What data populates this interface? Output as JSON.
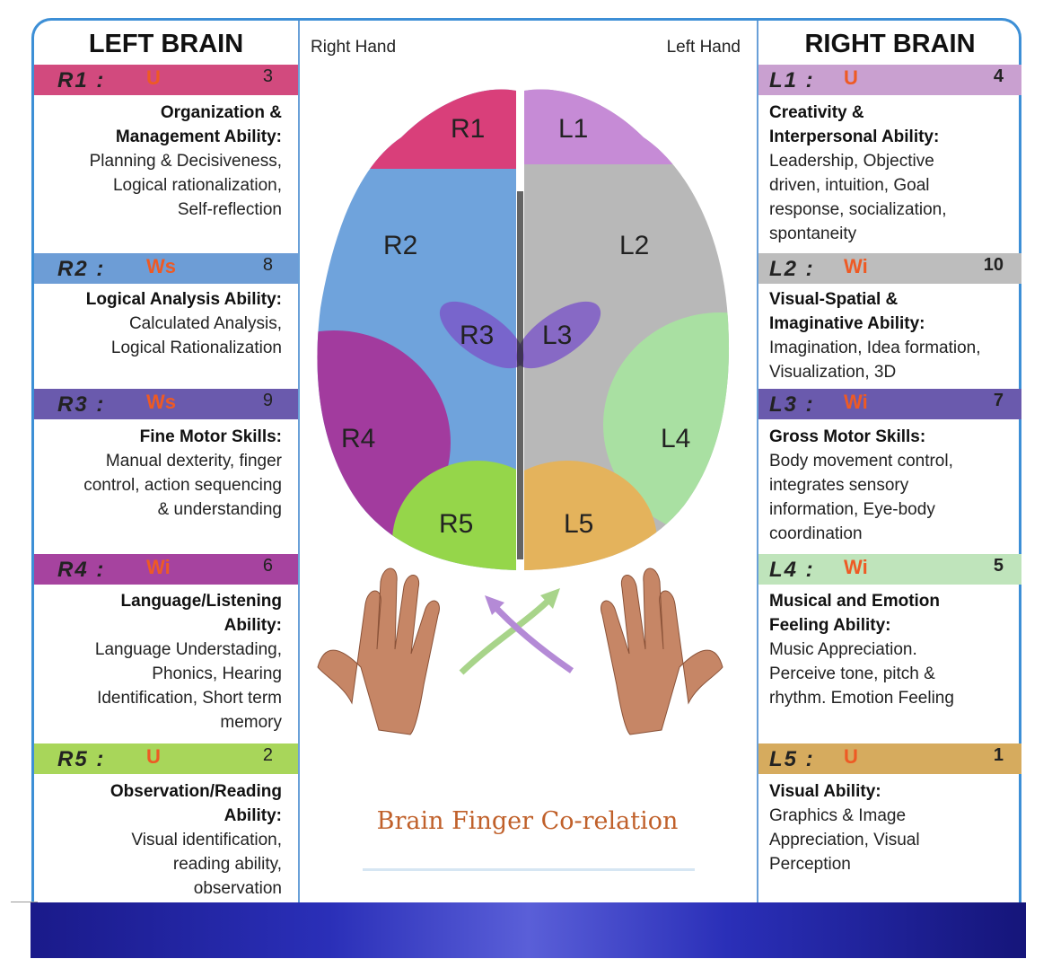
{
  "left_brain": {
    "title": "LEFT BRAIN",
    "items": [
      {
        "code": "R1 :",
        "type": "U",
        "count": "3",
        "color": "#d24a7e",
        "heading": [
          "Organization &",
          "Management Ability:"
        ],
        "lines": [
          "Planning & Decisiveness,",
          "Logical rationalization,",
          "Self-reflection"
        ]
      },
      {
        "code": "R2 :",
        "type": "Ws",
        "count": "8",
        "color": "#6d9dd6",
        "heading": [
          "Logical Analysis Ability:"
        ],
        "lines": [
          "Calculated Analysis,",
          "Logical Rationalization"
        ]
      },
      {
        "code": "R3 :",
        "type": "Ws",
        "count": "9",
        "color": "#6a5aad",
        "heading": [
          "Fine Motor Skills:"
        ],
        "lines": [
          "Manual dexterity, finger",
          "control, action sequencing",
          "& understanding"
        ]
      },
      {
        "code": "R4 :",
        "type": "Wi",
        "count": "6",
        "color": "#a6439f",
        "heading": [
          "Language/Listening",
          "Ability:"
        ],
        "lines": [
          "Language Understading,",
          "Phonics, Hearing",
          "Identification, Short term",
          "memory"
        ]
      },
      {
        "code": "R5 :",
        "type": "U",
        "count": "2",
        "color": "#a8d65a",
        "heading": [
          "Observation/Reading",
          "Ability:"
        ],
        "lines": [
          "Visual identification,",
          "reading ability,",
          "observation"
        ]
      }
    ]
  },
  "right_brain": {
    "title": "RIGHT BRAIN",
    "items": [
      {
        "code": "L1 :",
        "type": "U",
        "count": "4",
        "color": "#c9a0d0",
        "heading": [
          "Creativity &",
          "Interpersonal Ability:"
        ],
        "lines": [
          "Leadership, Objective",
          "driven, intuition, Goal",
          "response, socialization,",
          "spontaneity"
        ]
      },
      {
        "code": "L2 :",
        "type": "Wi",
        "count": "10",
        "color": "#bdbdbd",
        "heading": [
          "Visual-Spatial &",
          "Imaginative Ability:"
        ],
        "lines": [
          "Imagination, Idea formation,",
          "Visualization, 3D"
        ]
      },
      {
        "code": "L3 :",
        "type": "Wi",
        "count": "7",
        "color": "#6a5aad",
        "heading": [
          "Gross Motor Skills:"
        ],
        "lines": [
          "Body movement control,",
          "integrates sensory",
          "information, Eye-body",
          "coordination"
        ]
      },
      {
        "code": "L4 :",
        "type": "Wi",
        "count": "5",
        "color": "#bfe4bb",
        "heading": [
          "Musical and Emotion",
          "Feeling Ability:"
        ],
        "lines": [
          "Music Appreciation.",
          "Perceive tone, pitch &",
          "rhythm. Emotion Feeling"
        ]
      },
      {
        "code": "L5 :",
        "type": "U",
        "count": "1",
        "color": "#d6ab5e",
        "heading": [
          "Visual Ability:"
        ],
        "lines": [
          "Graphics & Image",
          "Appreciation, Visual",
          "Perception"
        ]
      }
    ]
  },
  "center": {
    "right_hand": "Right Hand",
    "left_hand": "Left Hand",
    "regions": [
      "R1",
      "R2",
      "R3",
      "R4",
      "R5",
      "L1",
      "L2",
      "L3",
      "L4",
      "L5"
    ],
    "caption": "Brain Finger Co-relation"
  }
}
